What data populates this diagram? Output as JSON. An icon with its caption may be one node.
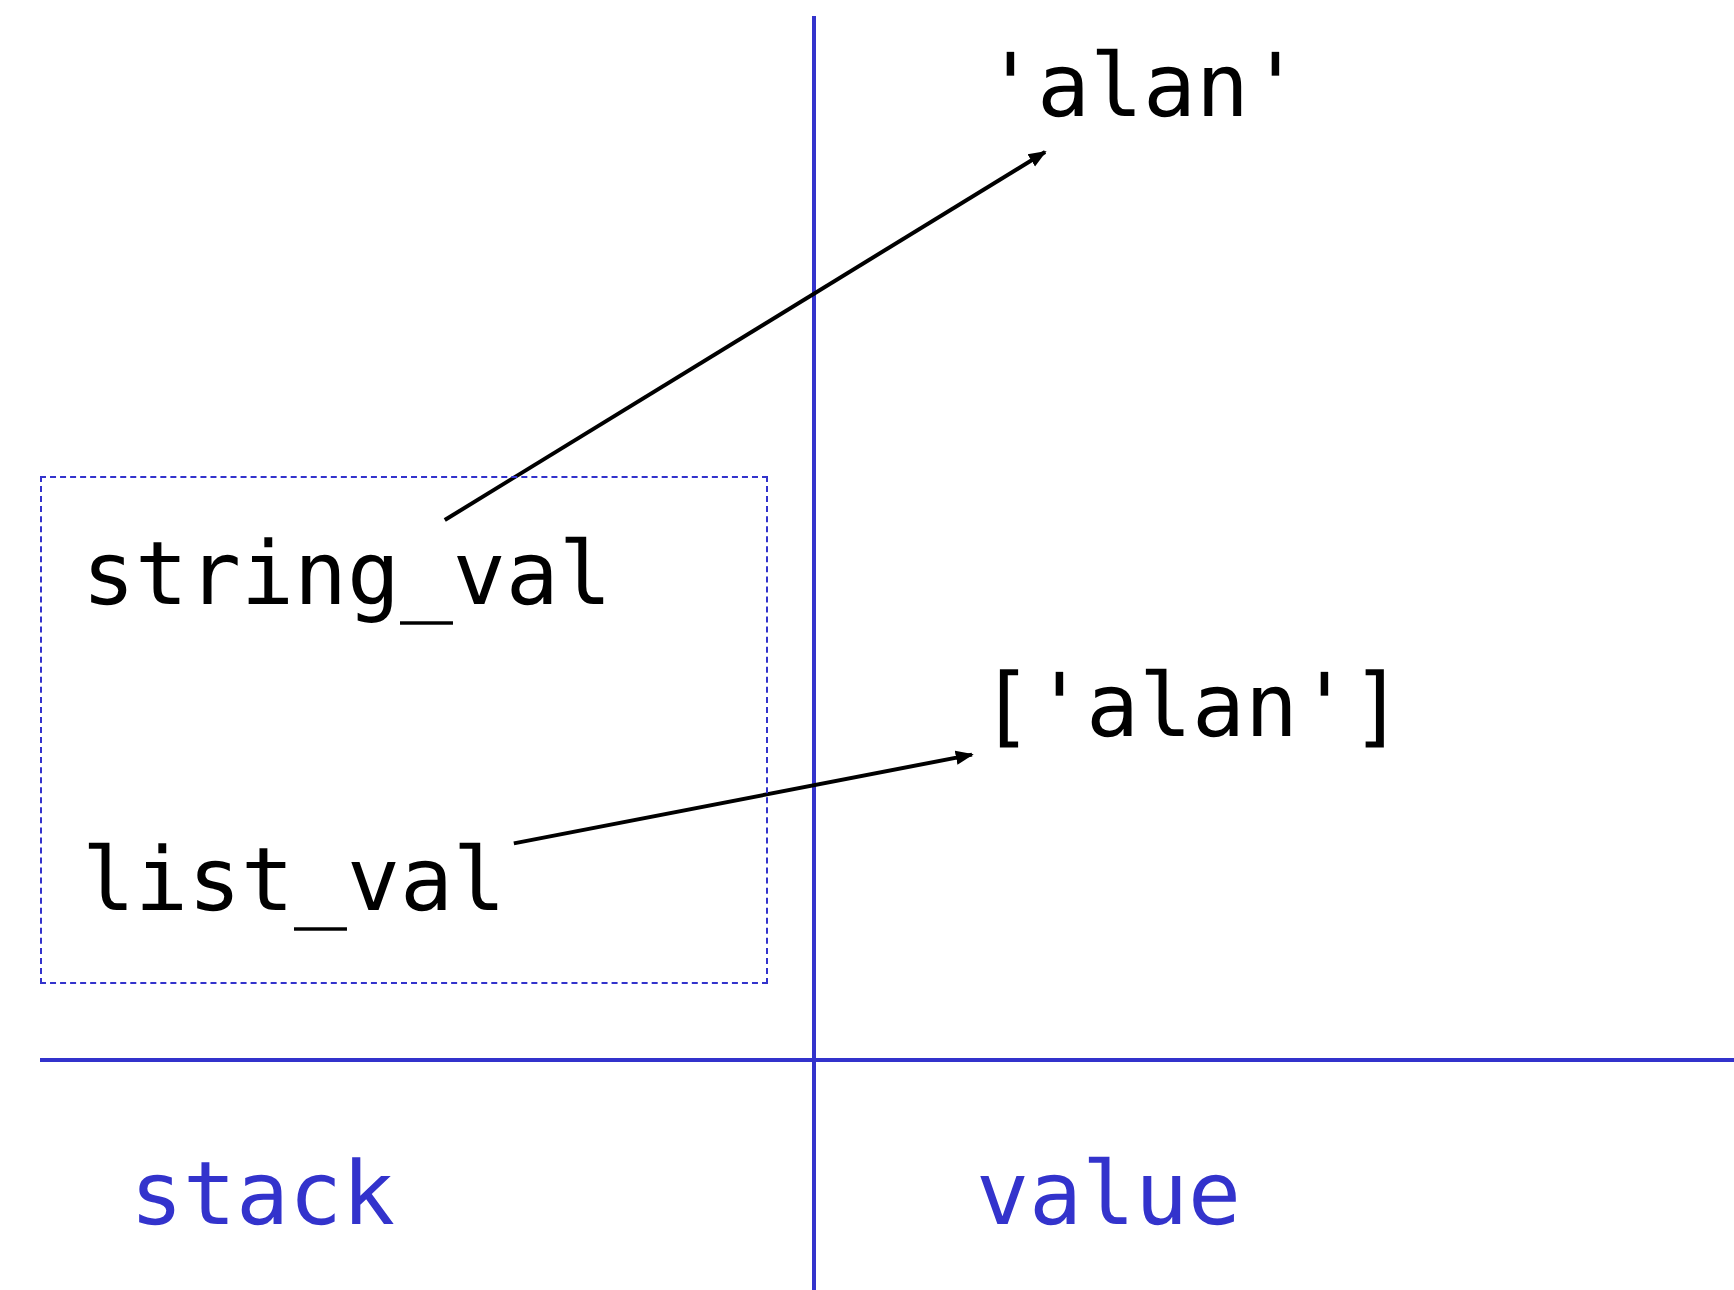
{
  "diagram": {
    "nodes": [
      {
        "text": [],
        "shape": "box"
      },
      {
        "text": [
          "string_val"
        ],
        "in": 0
      },
      {
        "text": [
          "list_val"
        ],
        "in": 0
      },
      {
        "text": [
          "'alan'"
        ]
      },
      {
        "text": [
          "['alan']"
        ]
      }
    ],
    "edges": [
      {
        "from": 1,
        "to": 3,
        "arrow": "to"
      },
      {
        "from": 2,
        "to": 4,
        "arrow": "to"
      }
    ],
    "labels": [
      "stack",
      "value"
    ]
  }
}
